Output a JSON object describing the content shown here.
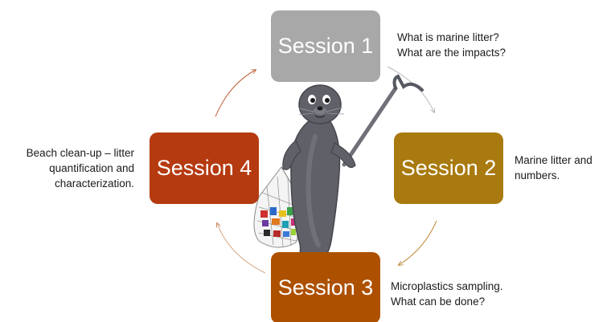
{
  "sessions": [
    {
      "label": "Session 1",
      "color": "#a8a8a8",
      "notes": [
        "What is marine litter?",
        "What are the impacts?"
      ]
    },
    {
      "label": "Session 2",
      "color": "#a97a0f",
      "notes": [
        "Marine litter and",
        "numbers."
      ]
    },
    {
      "label": "Session 3",
      "color": "#ad5100",
      "notes": [
        "Microplastics sampling.",
        "What can be done?"
      ]
    },
    {
      "label": "Session 4",
      "color": "#b53a10",
      "notes": [
        "Beach clean-up – litter",
        "quantification and",
        "characterization."
      ]
    }
  ],
  "arrow_color": "#c98a6a",
  "illustration": "seal-mascot-with-litter-picker-and-net-icon"
}
